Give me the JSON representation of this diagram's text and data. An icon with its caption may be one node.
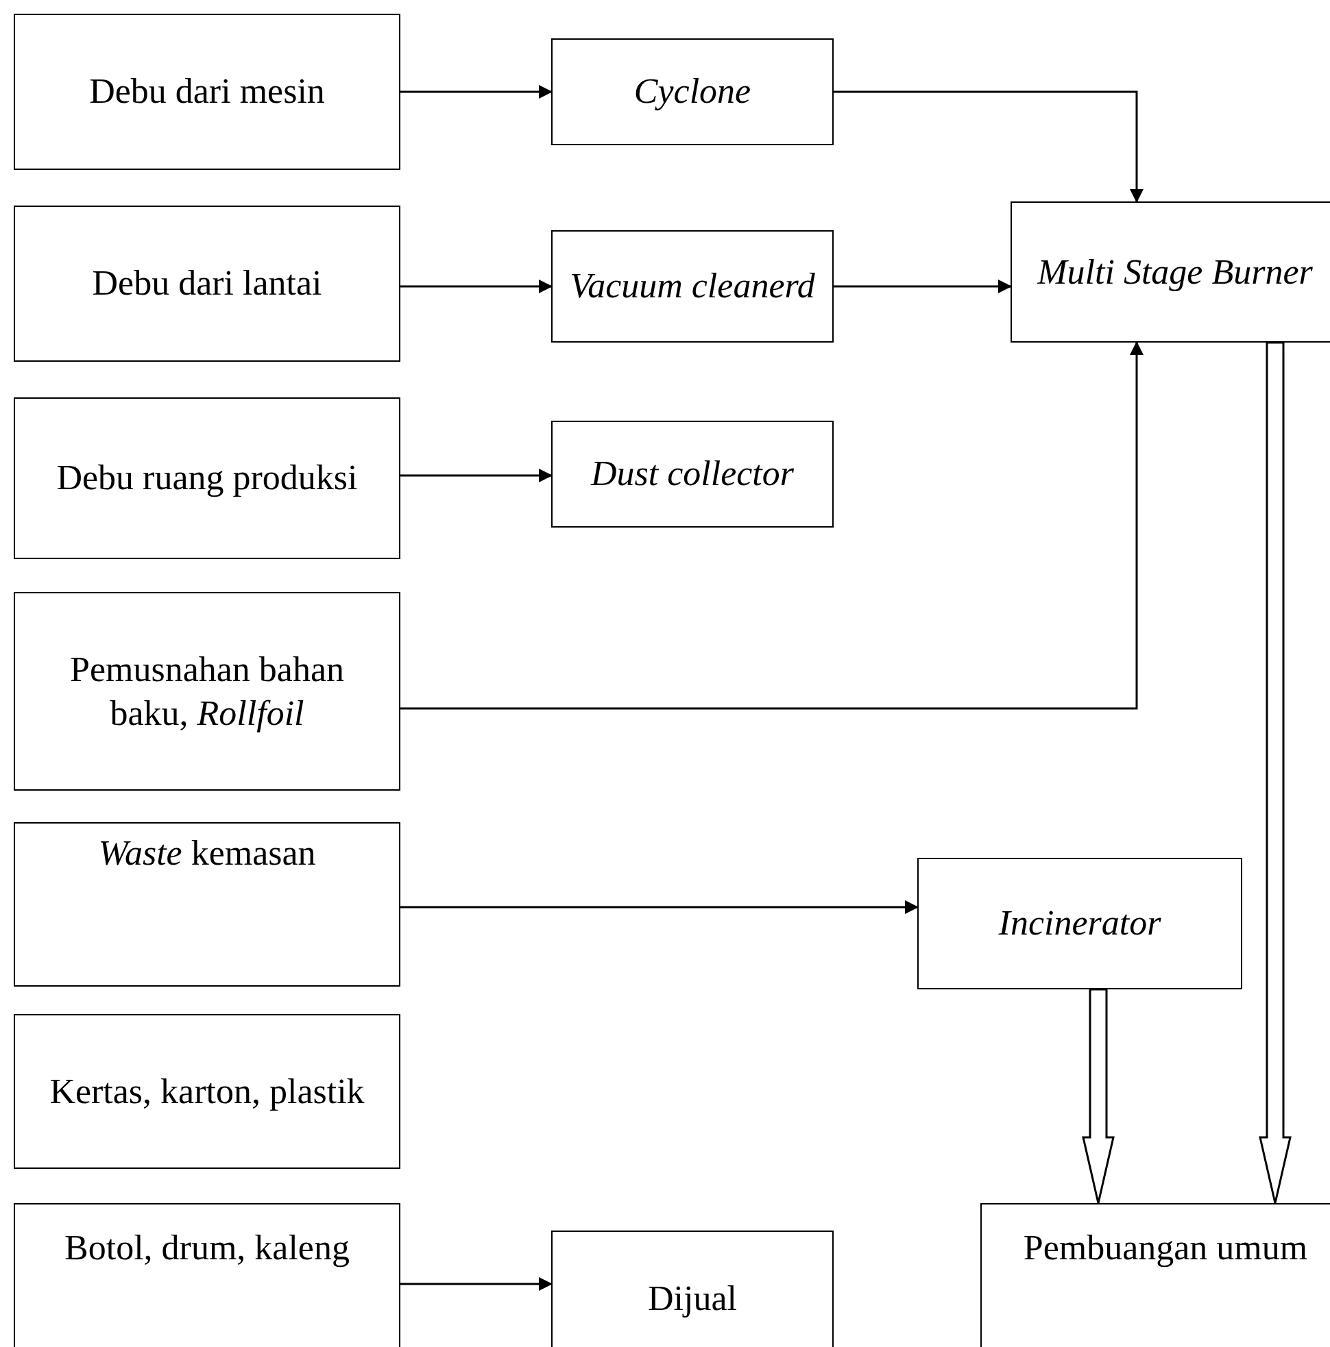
{
  "diagram": {
    "nodes": [
      {
        "text": [
          "Debu dari mesin"
        ]
      },
      {
        "text": [
          "Cyclone"
        ]
      },
      {
        "text": [
          "Debu dari lantai"
        ]
      },
      {
        "text": [
          "Vacuum cleanerd"
        ]
      },
      {
        "text": [
          "Multi Stage Burner"
        ]
      },
      {
        "text": [
          "Debu ruang produksi"
        ]
      },
      {
        "text": [
          "Dust collector"
        ]
      },
      {
        "text": [
          "Pemusnahan bahan baku, *Rollfoil*"
        ]
      },
      {
        "text": [
          "*Waste* kemasan"
        ]
      },
      {
        "text": [
          "Incinerator"
        ]
      },
      {
        "text": [
          "Kertas, karton, plastik"
        ]
      },
      {
        "text": [
          "Botol, drum, kaleng"
        ]
      },
      {
        "text": [
          "Dijual"
        ]
      },
      {
        "text": [
          "Pembuangan umum"
        ]
      }
    ],
    "edges": [
      {
        "from": 0,
        "to": 1,
        "arrow": "to"
      },
      {
        "from": 1,
        "to": 4,
        "arrow": "to"
      },
      {
        "from": 2,
        "to": 3,
        "arrow": "to"
      },
      {
        "from": 3,
        "to": 4,
        "arrow": "to"
      },
      {
        "from": 5,
        "to": 6,
        "arrow": "to"
      },
      {
        "from": 7,
        "to": 4,
        "arrow": "to"
      },
      {
        "from": 8,
        "to": 9,
        "arrow": "to"
      },
      {
        "from": 9,
        "to": 13,
        "arrow": "to",
        "style": "thick"
      },
      {
        "from": 4,
        "to": 13,
        "arrow": "to",
        "style": "thick"
      },
      {
        "from": 11,
        "to": 12,
        "arrow": "to"
      }
    ]
  }
}
